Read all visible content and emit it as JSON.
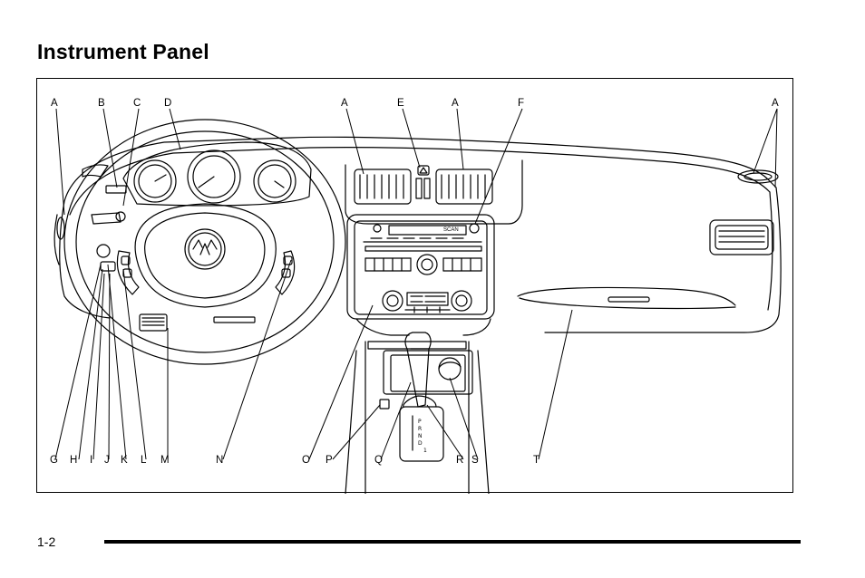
{
  "page": {
    "title": "Instrument Panel",
    "page_number": "1-2"
  },
  "callouts_top": [
    "A",
    "B",
    "C",
    "D",
    "A",
    "E",
    "A",
    "F",
    "A"
  ],
  "callouts_bottom": [
    "G",
    "H",
    "I",
    "J",
    "K",
    "L",
    "M",
    "N",
    "O",
    "P",
    "Q",
    "R",
    "S",
    "T"
  ],
  "radio": {
    "display_text": "SCAN"
  }
}
